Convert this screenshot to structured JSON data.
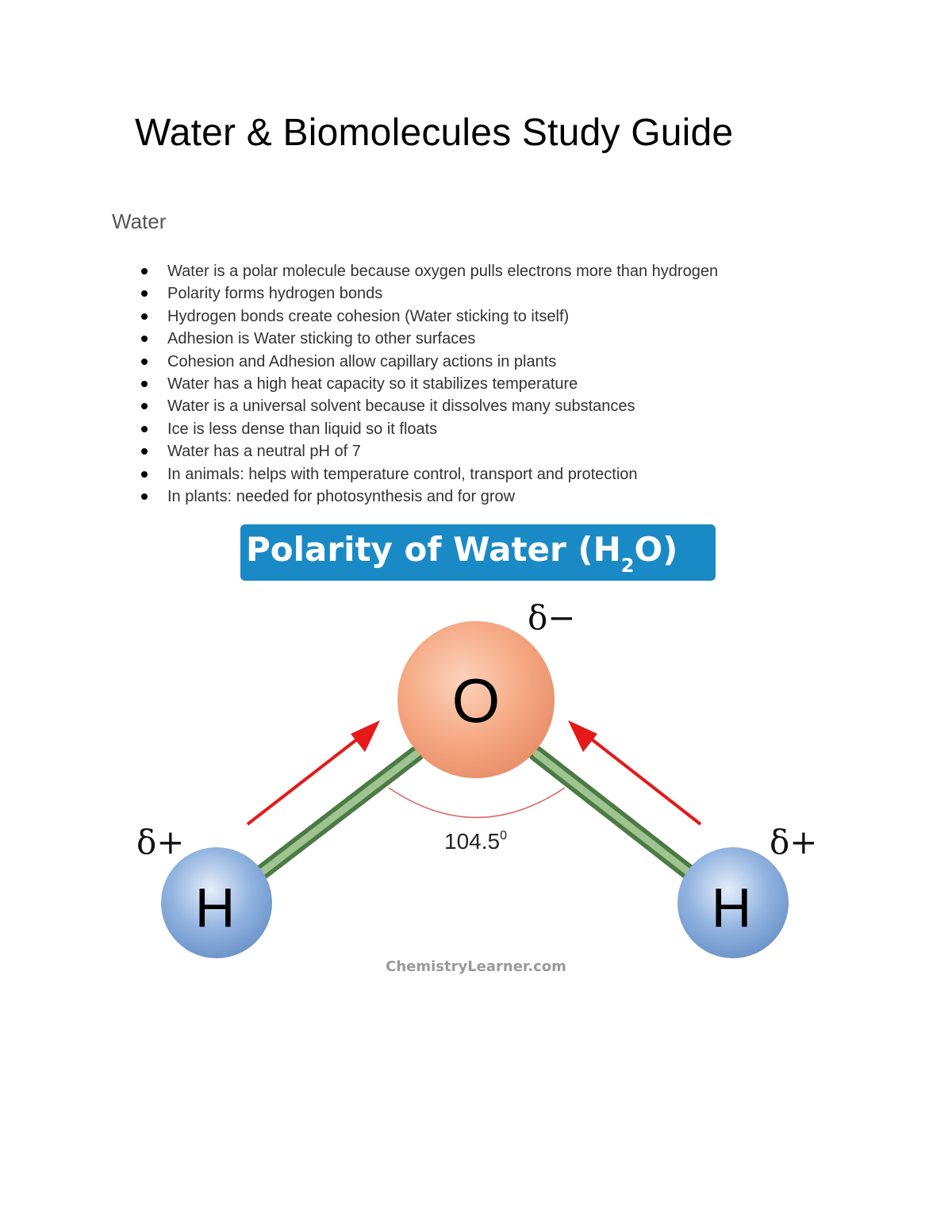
{
  "document": {
    "title": "Water & Biomolecules Study Guide",
    "section_heading": "Water",
    "bullets": [
      "Water is a polar molecule because oxygen pulls electrons more than hydrogen",
      "Polarity  forms hydrogen bonds",
      "Hydrogen bonds create cohesion (Water sticking to itself)",
      "Adhesion is Water sticking to other surfaces",
      "Cohesion and Adhesion allow capillary actions in plants",
      "Water has a high heat capacity so it stabilizes temperature",
      "Water is a universal solvent because it dissolves many substances",
      "Ice is less dense than liquid so it floats",
      "Water has a neutral pH of 7",
      "In animals: helps with temperature control, transport and protection",
      "In plants: needed for photosynthesis and for grow"
    ]
  },
  "figure": {
    "banner_text": "Polarity of Water (H",
    "banner_sub": "2",
    "banner_end": "O)",
    "oxygen_label": "O",
    "oxygen_charge": "δ−",
    "hydrogen_left_label": "H",
    "hydrogen_right_label": "H",
    "hydrogen_left_charge": "δ+",
    "hydrogen_right_charge": "δ+",
    "bond_angle": "104.5",
    "bond_angle_unit": "0",
    "credit": "ChemistryLearner.com",
    "colors": {
      "banner": "#1a8ac6",
      "oxygen": "#f5a882",
      "hydrogen": "#7ea4d6",
      "bond": "#6a9a5c",
      "arrow": "#e51919",
      "angle_arc": "#e06060"
    }
  }
}
